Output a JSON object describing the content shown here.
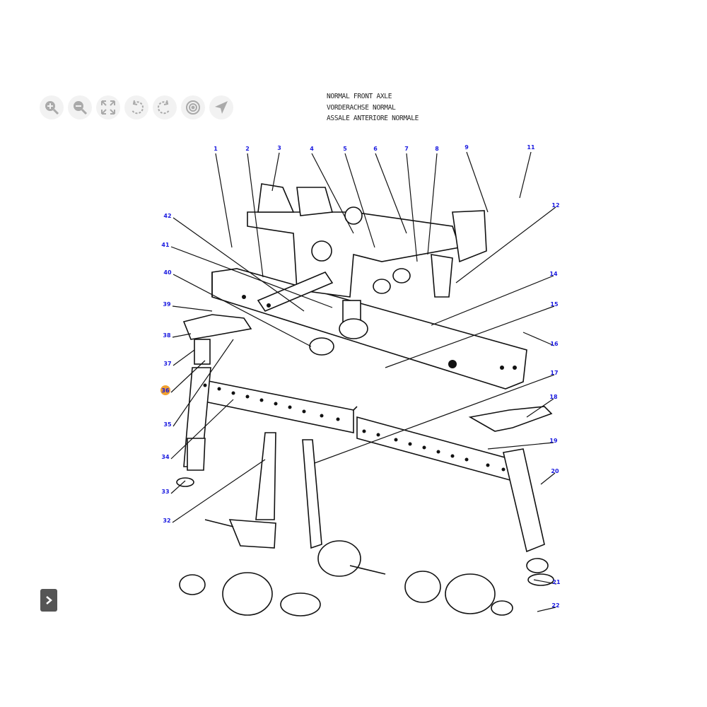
{
  "toolbar": {
    "buttons": [
      {
        "name": "zoom-in-icon"
      },
      {
        "name": "zoom-out-icon"
      },
      {
        "name": "fit-screen-icon"
      },
      {
        "name": "rotate-left-icon"
      },
      {
        "name": "rotate-right-icon"
      },
      {
        "name": "target-icon"
      },
      {
        "name": "navigate-icon"
      }
    ]
  },
  "diagram": {
    "title_lines": [
      "NORMAL FRONT AXLE",
      "VORDERACHSE NORMAL",
      "ASSALE ANTERIORE NORMALE"
    ],
    "highlight_color": "#f0a030",
    "label_color": "#1a1ae0",
    "highlighted_callout": "36",
    "callouts": [
      "1",
      "2",
      "3",
      "4",
      "5",
      "6",
      "7",
      "8",
      "9",
      "11",
      "12",
      "14",
      "15",
      "16",
      "17",
      "18",
      "19",
      "20",
      "21",
      "22",
      "42",
      "41",
      "40",
      "39",
      "38",
      "37",
      "36",
      "35",
      "34",
      "33",
      "32"
    ]
  },
  "nav": {
    "next_icon": "chevron-right-icon"
  }
}
